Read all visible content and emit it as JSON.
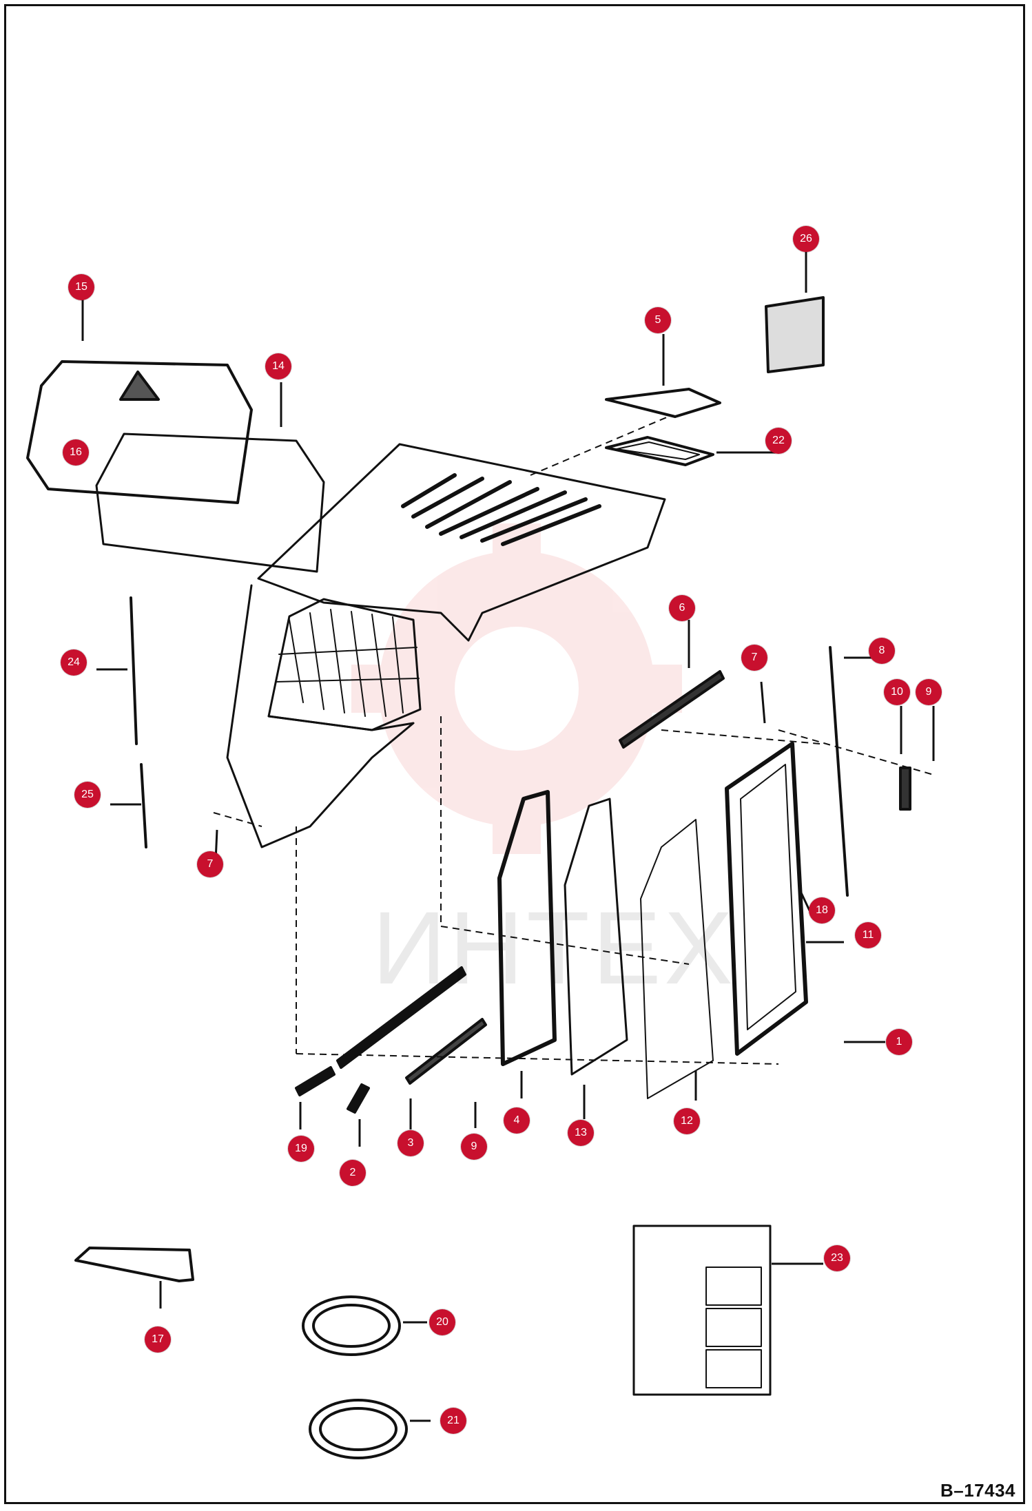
{
  "drawing_id": "B–17434",
  "watermark_text": "ИНТЕХ",
  "colors": {
    "callout": "#c8102e",
    "line": "#111111",
    "watermark": "#e5484d"
  },
  "callouts": [
    {
      "part": "15",
      "label": "15"
    },
    {
      "part": "16",
      "label": "16"
    },
    {
      "part": "14",
      "label": "14"
    },
    {
      "part": "5",
      "label": "5"
    },
    {
      "part": "26",
      "label": "26"
    },
    {
      "part": "22",
      "label": "22"
    },
    {
      "part": "6",
      "label": "6"
    },
    {
      "part": "7",
      "label": "7"
    },
    {
      "part": "8",
      "label": "8"
    },
    {
      "part": "10",
      "label": "10"
    },
    {
      "part": "9",
      "label": "9"
    },
    {
      "part": "24",
      "label": "24"
    },
    {
      "part": "25",
      "label": "25"
    },
    {
      "part": "7",
      "label": "7"
    },
    {
      "part": "18",
      "label": "18"
    },
    {
      "part": "11",
      "label": "11"
    },
    {
      "part": "1",
      "label": "1"
    },
    {
      "part": "4",
      "label": "4"
    },
    {
      "part": "13",
      "label": "13"
    },
    {
      "part": "12",
      "label": "12"
    },
    {
      "part": "3",
      "label": "3"
    },
    {
      "part": "9",
      "label": "9"
    },
    {
      "part": "19",
      "label": "19"
    },
    {
      "part": "2",
      "label": "2"
    },
    {
      "part": "17",
      "label": "17"
    },
    {
      "part": "20",
      "label": "20"
    },
    {
      "part": "21",
      "label": "21"
    },
    {
      "part": "23",
      "label": "23"
    }
  ]
}
